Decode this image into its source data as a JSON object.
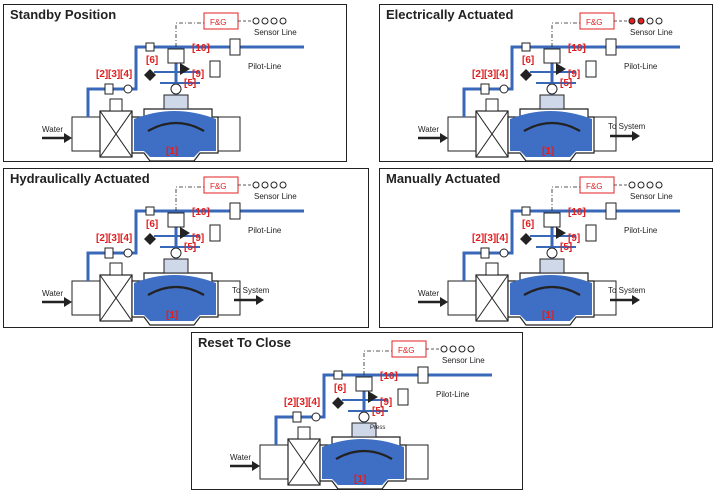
{
  "panels": [
    {
      "key": "standby",
      "title": "Standby Position",
      "show_to_system": false,
      "sensor_active": false
    },
    {
      "key": "electric",
      "title": "Electrically Actuated",
      "show_to_system": true,
      "sensor_active": true
    },
    {
      "key": "hydraulic",
      "title": "Hydraulically Actuated",
      "show_to_system": true,
      "sensor_active": false
    },
    {
      "key": "manual",
      "title": "Manually Actuated",
      "show_to_system": true,
      "sensor_active": false
    },
    {
      "key": "reset",
      "title": "Reset To Close",
      "show_to_system": false,
      "sensor_active": false
    }
  ],
  "labels": {
    "fg": "F&G",
    "sensor_line": "Sensor Line",
    "pilot_line": "Pilot-Line",
    "water": "Water",
    "to_system": "To System",
    "press": "Press",
    "callouts": [
      "[1]",
      "[2]",
      "[3]",
      "[4]",
      "[5]",
      "[6]",
      "[9]",
      "[10]"
    ]
  },
  "colors": {
    "water_blue": "#3f6fc4",
    "pipe_blue": "#3a68b8",
    "callout_red": "#e02020",
    "outline": "#222222"
  }
}
